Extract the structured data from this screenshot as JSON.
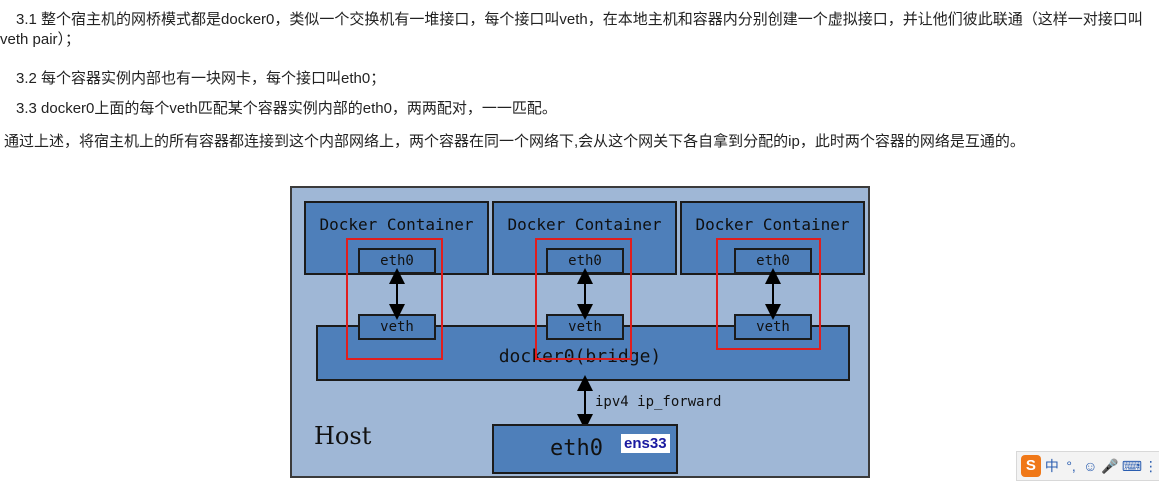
{
  "text": {
    "p1_num": "3.1",
    "p1_body": " 整个宿主机的网桥模式都是docker0，类似一个交换机有一堆接口，每个接口叫veth，在本地主机和容器内分别创建一个虚拟接口，并让他们彼此联通（这样一对接口叫veth pair）；",
    "p2": "3.2 每个容器实例内部也有一块网卡，每个接口叫eth0；",
    "p3": "3.3 docker0上面的每个veth匹配某个容器实例内部的eth0，两两配对，一一匹配。",
    "p4": "通过上述，将宿主机上的所有容器都连接到这个内部网络上，两个容器在同一个网络下,会从这个网关下各自拿到分配的ip，此时两个容器的网络是互通的。"
  },
  "diagram": {
    "containers": [
      {
        "title": "Docker Container",
        "eth": "eth0",
        "veth": "veth"
      },
      {
        "title": "Docker Container",
        "eth": "eth0",
        "veth": "veth"
      },
      {
        "title": "Docker Container",
        "eth": "eth0",
        "veth": "veth"
      }
    ],
    "bridge_label": "docker0(bridge)",
    "forward_label": "ipv4 ip_forward",
    "host_label": "Host",
    "host_eth": "eth0",
    "host_eth_tag": "ens33",
    "colors": {
      "host_bg": "#9fb7d6",
      "box_fill": "#4e7fba",
      "highlight": "#e01e1e"
    }
  },
  "ime_toolbar": {
    "logo": "S",
    "items": [
      "中",
      "°,",
      "☺",
      "🎤",
      "⌨",
      "⋮"
    ]
  }
}
